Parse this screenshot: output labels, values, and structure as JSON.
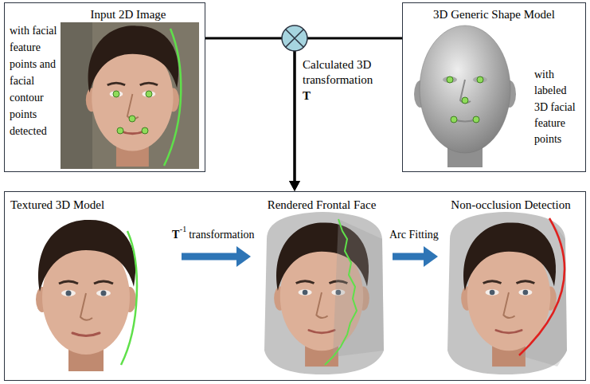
{
  "diagram": {
    "nodes": [
      {
        "text": [
          "Input 2D Image",
          "with facial feature points and facial contour points detected"
        ]
      },
      {
        "text": [
          "3D Generic Shape Model",
          "with labeled 3D facial feature points"
        ]
      },
      {
        "text": []
      },
      {
        "text": [
          "Textured 3D Model"
        ],
        "in": 2
      },
      {
        "text": [
          "Rendered Frontal Face"
        ],
        "in": 2
      },
      {
        "text": [
          "Non-occlusion Detection"
        ],
        "in": 2
      }
    ],
    "edges": [
      {
        "from": 0,
        "to": 2,
        "arrow": "to",
        "label": "Calculated 3D transformation"
      },
      {
        "from": 1,
        "to": 2,
        "arrow": "to"
      },
      {
        "from": 3,
        "to": 4,
        "arrow": "to",
        "label": "transformation"
      },
      {
        "from": 4,
        "to": 5,
        "arrow": "to",
        "label": "Arc Fitting"
      }
    ],
    "labels": [
      "T",
      "T",
      "-1"
    ]
  }
}
